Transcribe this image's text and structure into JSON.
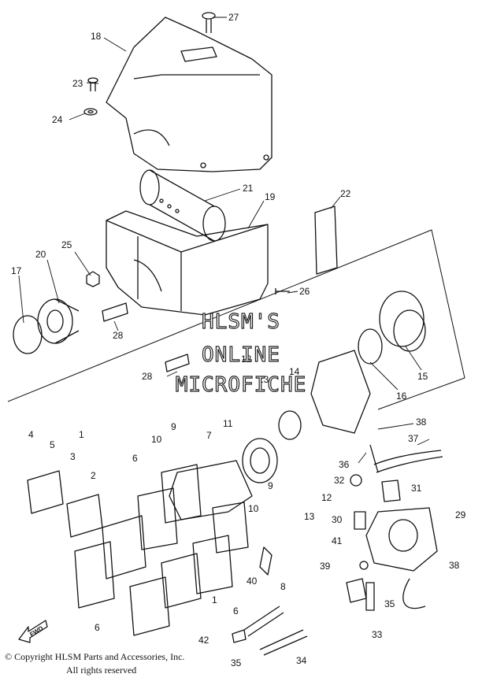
{
  "watermark": {
    "line1": "HLSM'S",
    "line2": "ONLINE",
    "line3": "MICROFICHE"
  },
  "footer": {
    "copyright": "© Copyright HLSM Parts and Accessories, Inc.",
    "rights": "All rights reserved"
  },
  "direction_marker": "FWD",
  "callouts": [
    "27",
    "18",
    "23",
    "24",
    "21",
    "19",
    "22",
    "25",
    "20",
    "17",
    "26",
    "28",
    "28",
    "15",
    "13",
    "14",
    "16",
    "12",
    "38",
    "9",
    "10",
    "7",
    "11",
    "37",
    "4",
    "5",
    "3",
    "1",
    "2",
    "6",
    "36",
    "32",
    "31",
    "9",
    "10",
    "12",
    "13",
    "30",
    "29",
    "41",
    "8",
    "39",
    "38",
    "6",
    "40",
    "35",
    "1",
    "6",
    "42",
    "33",
    "34",
    "35"
  ]
}
